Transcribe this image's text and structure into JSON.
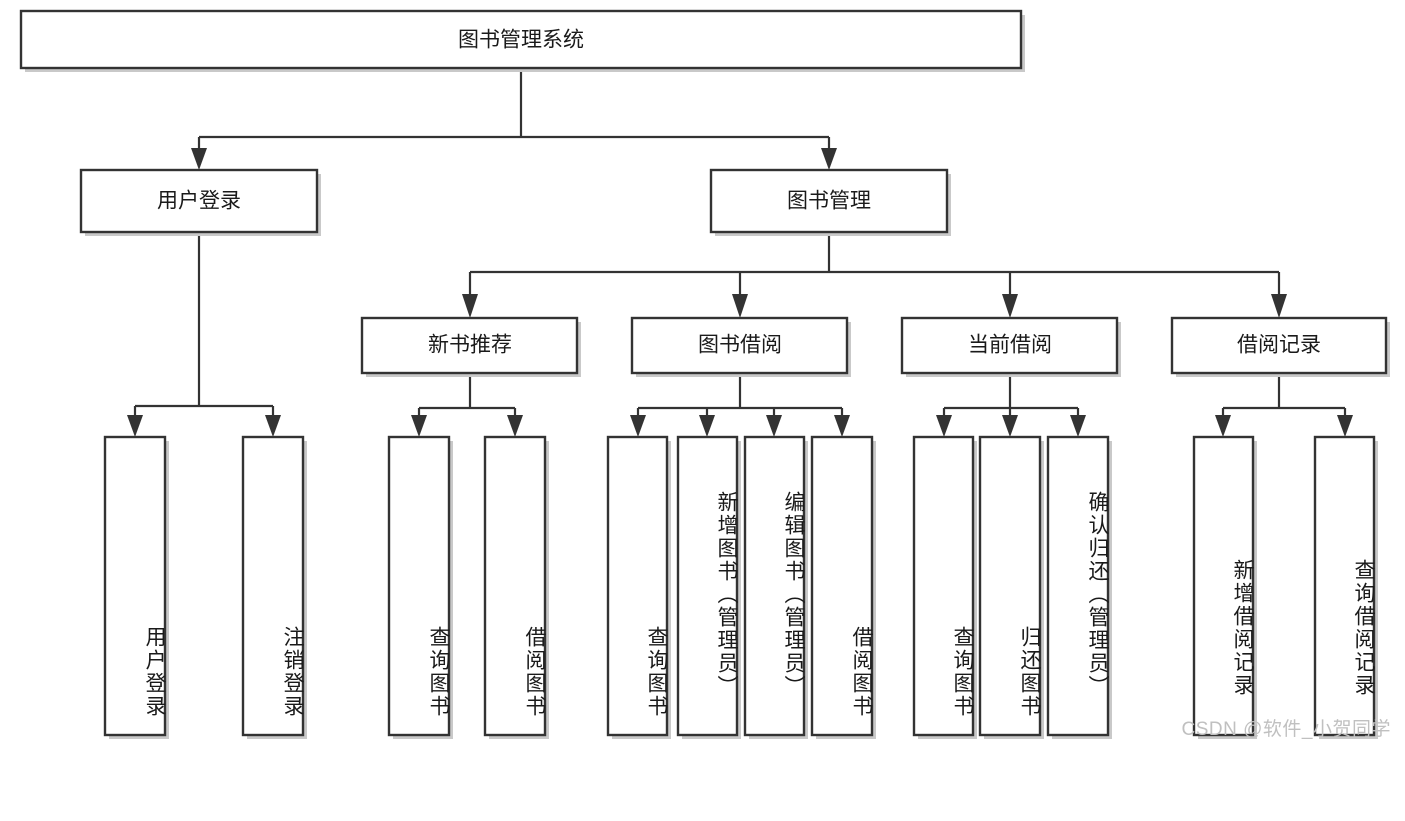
{
  "diagram": {
    "type": "tree-hierarchy",
    "title": "图书管理系统",
    "watermark": "CSDN @软件_小贺同学",
    "colors": {
      "box_fill": "#ffffff",
      "box_stroke": "#333333",
      "text": "#1a1a1a",
      "watermark": "#c0c0c0",
      "background": "#ffffff"
    },
    "root": {
      "label": "图书管理系统"
    },
    "level1": [
      {
        "label": "用户登录"
      },
      {
        "label": "图书管理"
      }
    ],
    "level2": [
      {
        "label": "新书推荐"
      },
      {
        "label": "图书借阅"
      },
      {
        "label": "当前借阅"
      },
      {
        "label": "借阅记录"
      }
    ],
    "leaves": {
      "user_login": [
        {
          "label": "用户登录"
        },
        {
          "label": "注销登录"
        }
      ],
      "new_book_recommend": [
        {
          "label": "查询图书"
        },
        {
          "label": "借阅图书"
        }
      ],
      "book_borrow": [
        {
          "label": "查询图书"
        },
        {
          "label": "新增图书（管理员）"
        },
        {
          "label": "编辑图书（管理员）"
        },
        {
          "label": "借阅图书"
        }
      ],
      "current_borrow": [
        {
          "label": "查询图书"
        },
        {
          "label": "归还图书"
        },
        {
          "label": "确认归还（管理员）"
        }
      ],
      "borrow_record": [
        {
          "label": "新增借阅记录"
        },
        {
          "label": "查询借阅记录"
        }
      ]
    }
  }
}
